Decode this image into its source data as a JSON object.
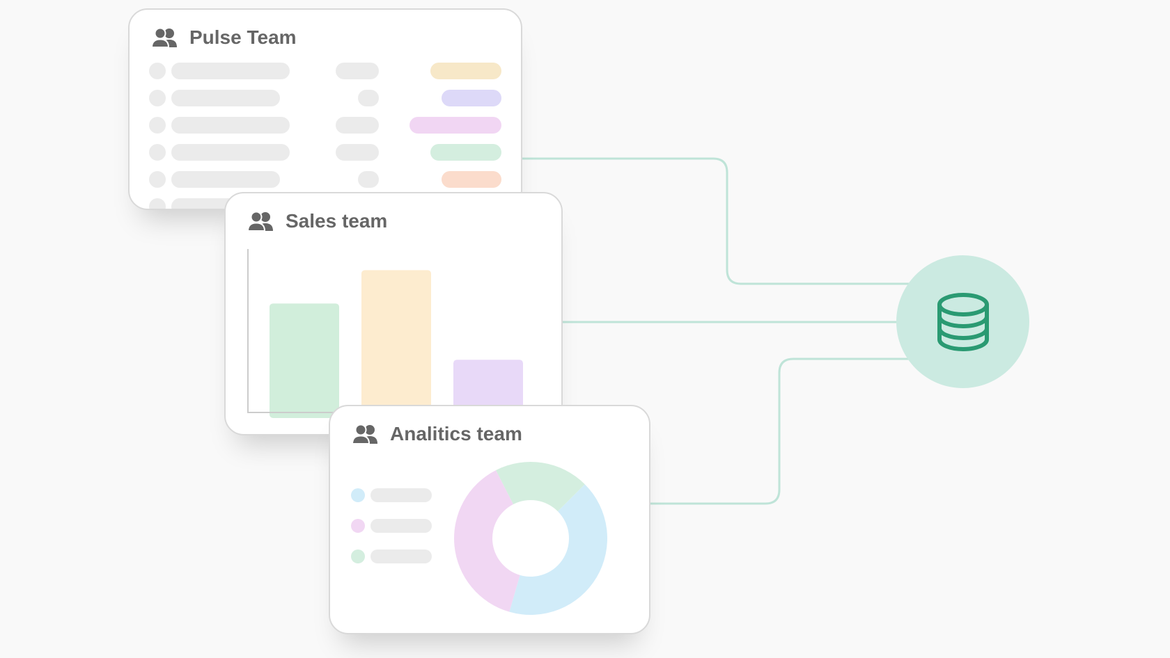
{
  "colors": {
    "background": "#f9f9f9",
    "connector": "#bfe4d8",
    "database_circle": "#cbeae1",
    "database_icon": "#2a9a72",
    "placeholder": "#ebebeb",
    "title_text": "#666666"
  },
  "cards": {
    "pulse": {
      "title": "Pulse Team",
      "icon": "team-icon",
      "row_tag_colors": [
        "#f7e8c8",
        "#ddd9f8",
        "#f1d6f3",
        "#d4eedf",
        "#fbdccc"
      ]
    },
    "sales": {
      "title": "Sales team",
      "icon": "team-icon",
      "chart_data": {
        "type": "bar",
        "title": "",
        "xlabel": "",
        "ylabel": "",
        "categories": [
          "",
          "",
          ""
        ],
        "values": [
          62,
          81,
          30
        ],
        "colors": [
          "#d1eedb",
          "#fdeccf",
          "#e8d9f8"
        ],
        "ylim": [
          0,
          93
        ],
        "grid": false,
        "legend": "none"
      }
    },
    "analytics": {
      "title": "Analitics team",
      "icon": "team-icon",
      "chart_data": {
        "type": "pie",
        "title": "",
        "donut": true,
        "slices": [
          {
            "label": "",
            "value": 42,
            "color": "#d1ecf9"
          },
          {
            "label": "",
            "value": 38,
            "color": "#f1d7f3"
          },
          {
            "label": "",
            "value": 20,
            "color": "#d4eedf"
          }
        ],
        "legend": "left"
      }
    }
  },
  "database": {
    "icon": "database-icon"
  }
}
